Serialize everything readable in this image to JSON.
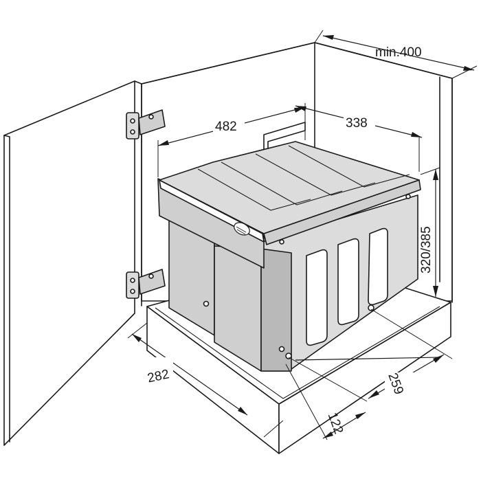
{
  "dimensions": {
    "cabinet_depth": "min.400",
    "inner_width": "482",
    "bin_depth": "338",
    "height": "320/385",
    "front_width": "282",
    "rear_width": "259",
    "offset": "122"
  },
  "colors": {
    "line": "#1a1a1a",
    "panel": "#cfcfcf",
    "background": "#ffffff"
  }
}
